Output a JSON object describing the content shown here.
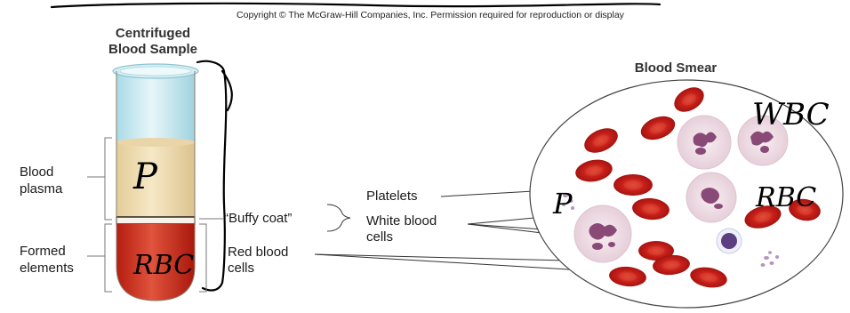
{
  "copyright": "Copyright © The McGraw-Hill Companies, Inc. Permission required for reproduction or display",
  "tube": {
    "title_line1": "Centrifuged",
    "title_line2": "Blood Sample"
  },
  "smear": {
    "title": "Blood Smear"
  },
  "labels": {
    "plasma_line1": "Blood",
    "plasma_line2": "plasma",
    "formed_line1": "Formed",
    "formed_line2": "elements",
    "buffy_coat": "“Buffy coat”",
    "platelets": "Platelets",
    "wbc_line1": "White blood",
    "wbc_line2": "cells",
    "rbc_line1": "Red blood",
    "rbc_line2": "cells"
  },
  "handwritten": {
    "tube_plasma": "P",
    "tube_rbc": "RBC",
    "smear_wbc": "WBC",
    "smear_rbc": "RBC",
    "smear_platelet": "P"
  },
  "colors": {
    "plasma": "#efdcb2",
    "rbc_layer": "#c42b1c",
    "rbc_cell": "#c8201a",
    "wbc_cell": "#f3e4ea",
    "wbc_nucleus": "#8a4a78",
    "tube_glass": "#bfe3ea",
    "platelet": "#b894c0"
  }
}
